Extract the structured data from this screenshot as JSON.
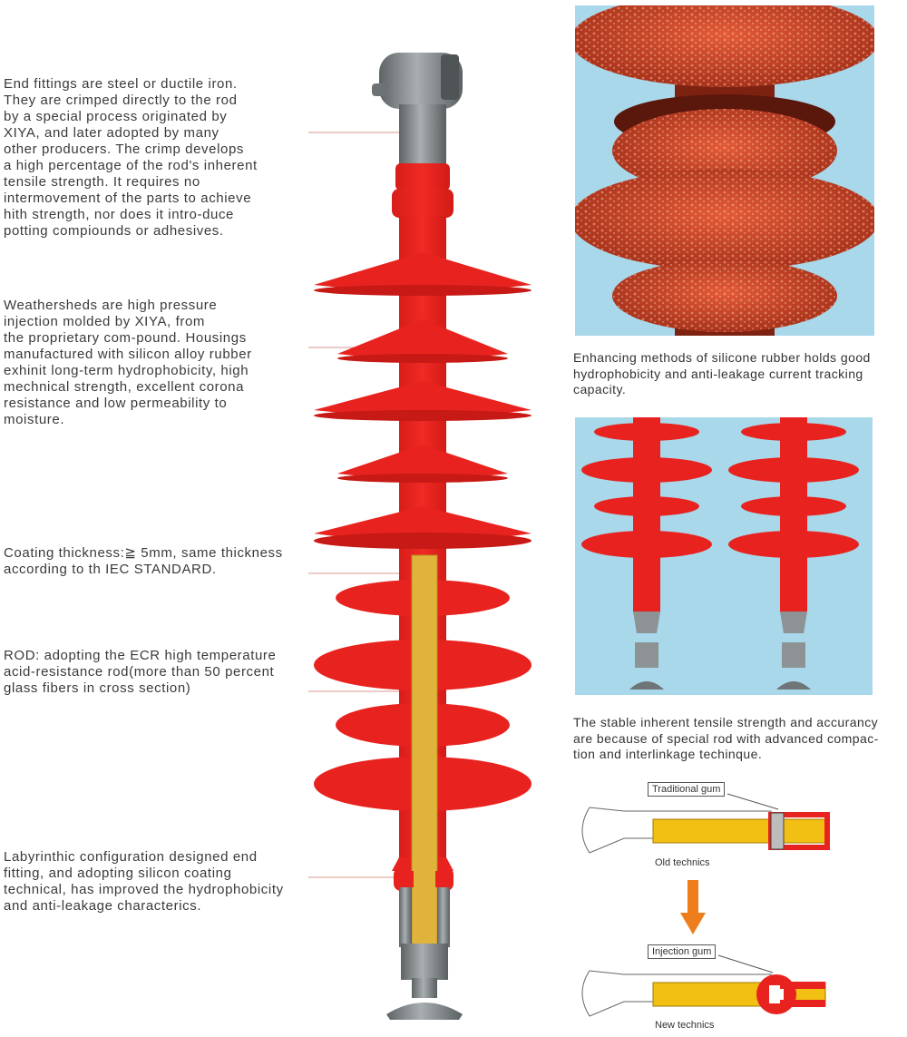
{
  "notes": {
    "end_fittings": "End fittings are steel or ductile iron.\nThey are crimped directly to the rod\nby a special process originated by\nXIYA, and later adopted by many\nother producers. The crimp develops\na high percentage of the rod's inherent\ntensile strength. It requires no\nintermovement of the parts to achieve\nhith strength, nor does it intro-duce\npotting compiounds or adhesives.",
    "weathersheds": "Weathersheds are high pressure\ninjection molded by XIYA, from\nthe proprietary com-pound. Housings\nmanufactured with silicon alloy rubber\nexhinit long-term hydrophobicity, high\nmechnical strength, excellent corona\nresistance and low permeability to\nmoisture.",
    "coating": "Coating thickness:≧ 5mm, same thickness\naccording to th IEC STANDARD.",
    "rod": "ROD: adopting the ECR high temperature\nacid-resistance rod(more than 50 percent\nglass fibers in cross section)",
    "labyrinth": "Labyrinthic configuration designed end\nfitting, and adopting silicon coating\ntechnical, has improved the hydrophobicity\nand anti-leakage characterics."
  },
  "captions": {
    "silicone": "Enhancing methods of silicone rubber holds good\nhydrophobicity and anti-leakage current tracking\ncapacity.",
    "tensile": "The stable inherent tensile strength and accurancy\nare because of special rod with advanced compac-\ntion and interlinkage techinque."
  },
  "diagram": {
    "traditional_gum": "Traditional gum",
    "old_technics": "Old technics",
    "injection_gum": "Injection gum",
    "new_technics": "New technics"
  },
  "colors": {
    "rubber_red": "#e8231f",
    "rod_yellow": "#e0b43a",
    "metal_grey": "#8d9294",
    "sky_blue": "#a9d8ea",
    "leader_line": "#d99a8f",
    "arrow_orange": "#ee7d1c"
  }
}
